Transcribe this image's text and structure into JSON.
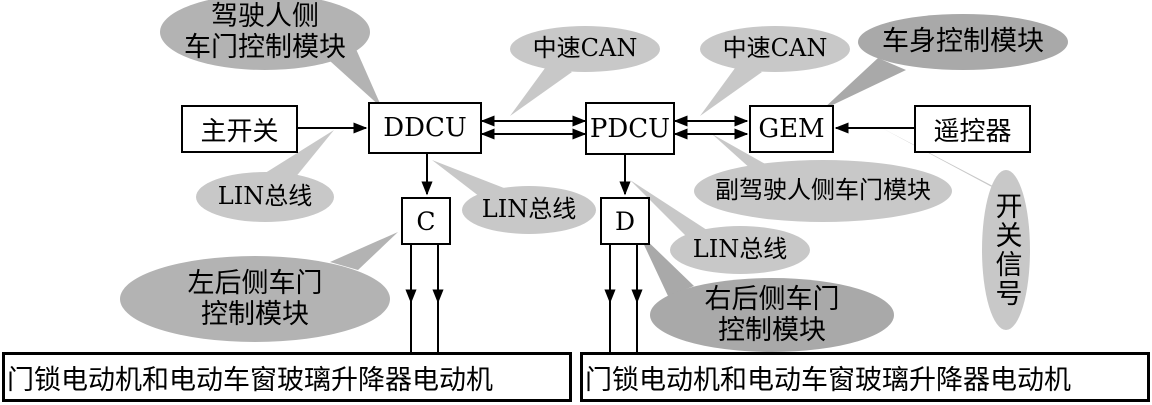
{
  "nodes": {
    "main_switch": "主开关",
    "ddcu": "DDCU",
    "pdcu": "PDCU",
    "gem": "GEM",
    "remote": "遥控器",
    "c": "C",
    "d": "D",
    "motors_left": "门锁电动机和电动车窗玻璃升降器电动机",
    "motors_right": "门锁电动机和电动车窗玻璃升降器电动机"
  },
  "callouts": {
    "driver_door_line1": "驾驶人侧",
    "driver_door_line2": "车门控制模块",
    "can_left": "中速CAN",
    "can_right": "中速CAN",
    "body_control": "车身控制模块",
    "lin_left": "LIN总线",
    "lin_middle": "LIN总线",
    "lin_right": "LIN总线",
    "passenger_door": "副驾驶人侧车门模块",
    "switch_signal": "开关信号",
    "left_rear_line1": "左后侧车门",
    "left_rear_line2": "控制模块",
    "right_rear_line1": "右后侧车门",
    "right_rear_line2": "控制模块"
  }
}
